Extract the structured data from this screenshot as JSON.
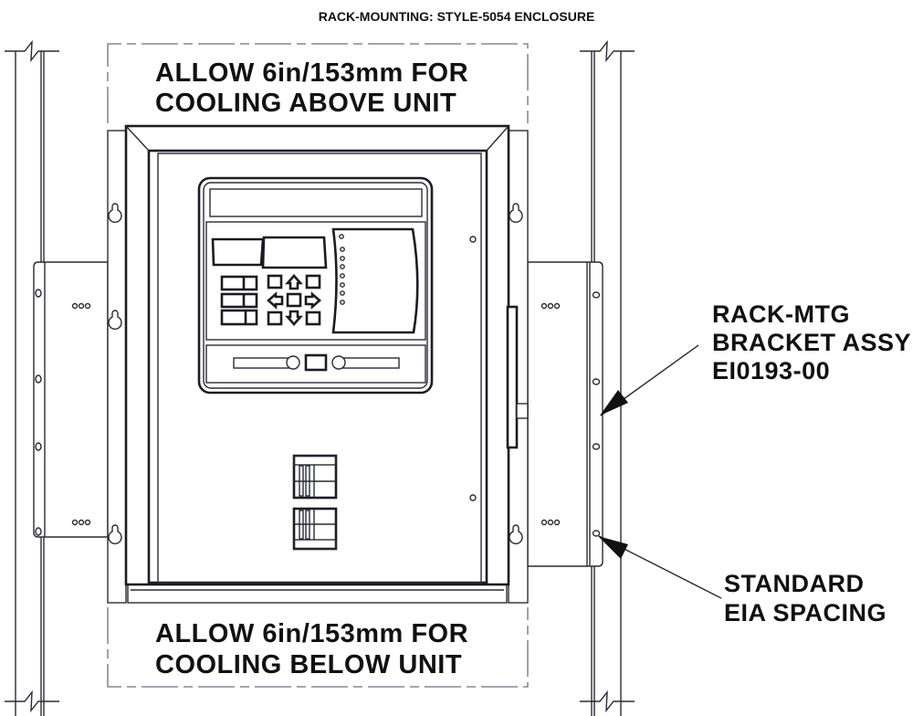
{
  "title": "RACK-MOUNTING: STYLE-5054 ENCLOSURE",
  "notes": {
    "above_line1": "ALLOW 6in/153mm FOR",
    "above_line2": "COOLING ABOVE UNIT",
    "below_line1": "ALLOW 6in/153mm FOR",
    "below_line2": "COOLING BELOW UNIT"
  },
  "callouts": {
    "bracket_line1": "RACK-MTG",
    "bracket_line2": "BRACKET ASSY",
    "bracket_line3": "EI0193-00",
    "spacing_line1": "STANDARD",
    "spacing_line2": "EIA SPACING"
  }
}
